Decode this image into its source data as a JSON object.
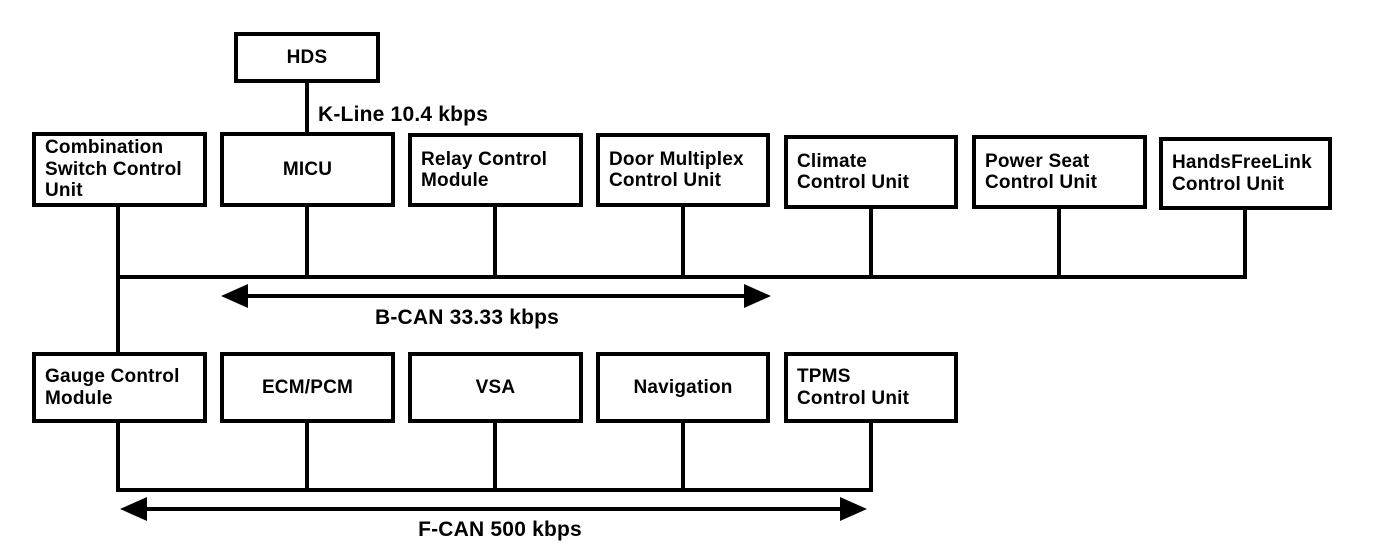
{
  "diagram": {
    "title_hint": "Vehicle control unit network diagram",
    "nodes": {
      "hds": "HDS",
      "combination": "Combination\nSwitch Control\nUnit",
      "micu": "MICU",
      "relay": "Relay Control\nModule",
      "door": "Door Multiplex\nControl Unit",
      "climate": "Climate\nControl Unit",
      "power_seat": "Power Seat\nControl Unit",
      "handsfreelink": "HandsFreeLink\nControl Unit",
      "gauge": "Gauge Control\nModule",
      "ecm_pcm": "ECM/PCM",
      "vsa": "VSA",
      "navigation": "Navigation",
      "tpms": "TPMS\nControl Unit"
    },
    "buses": {
      "k_line": "K-Line 10.4 kbps",
      "b_can": "B-CAN 33.33 kbps",
      "f_can": "F-CAN 500 kbps"
    },
    "colors": {
      "line": "#000000",
      "background": "#ffffff"
    }
  }
}
